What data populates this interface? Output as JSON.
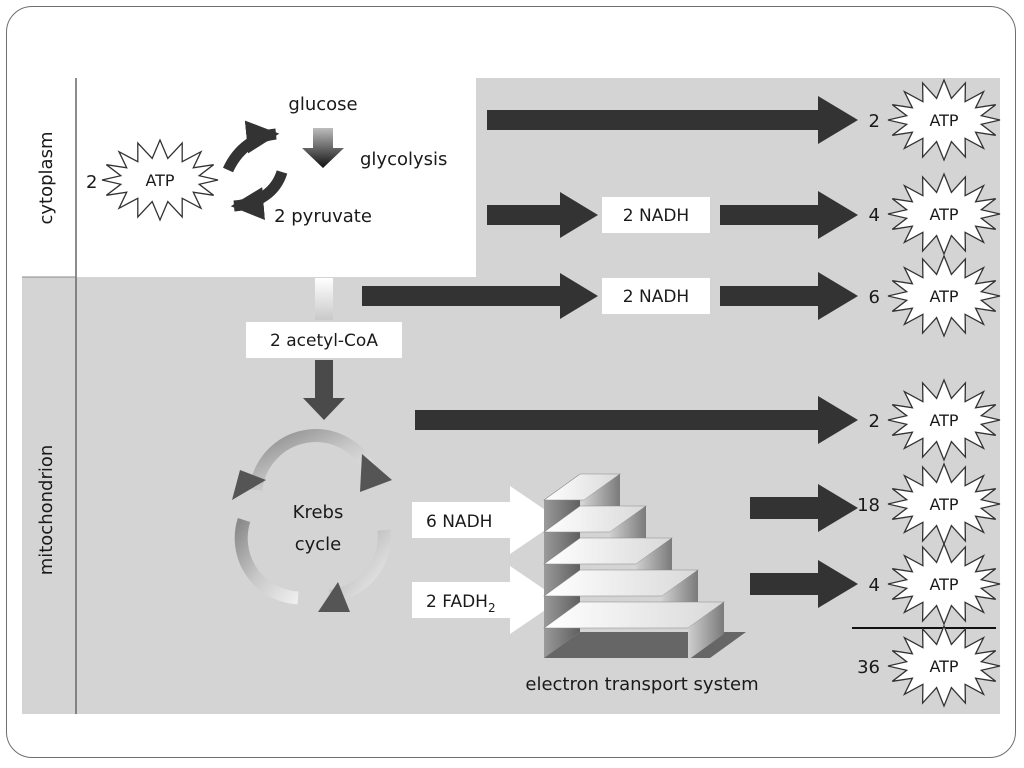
{
  "regions": {
    "cytoplasm": "cytoplasm",
    "mitochondrion": "mitochondrion"
  },
  "labels": {
    "glucose": "glucose",
    "glycolysis": "glycolysis",
    "pyruvate": "2 pyruvate",
    "invested_atp_count": "2",
    "acetyl_coa": "2 acetyl-CoA",
    "krebs_line1": "Krebs",
    "krebs_line2": "cycle",
    "nadh_krebs": "6 NADH",
    "fadh_prefix": "2 FADH",
    "fadh_subscript": "2",
    "ets": "electron transport system",
    "nadh_glycolysis": "2 NADH",
    "nadh_acetyl": "2 NADH",
    "atp": "ATP"
  },
  "atp_yields": [
    {
      "count": "2",
      "source": "glycolysis"
    },
    {
      "count": "4",
      "source": "glycolysis NADH"
    },
    {
      "count": "6",
      "source": "acetyl-CoA NADH"
    },
    {
      "count": "2",
      "source": "Krebs cycle"
    },
    {
      "count": "18",
      "source": "6 NADH"
    },
    {
      "count": "4",
      "source": "2 FADH2"
    }
  ],
  "total": {
    "count": "36"
  },
  "colors": {
    "panel": "#d4d4d4",
    "arrow": "#333333",
    "border": "#6f6f6f"
  }
}
